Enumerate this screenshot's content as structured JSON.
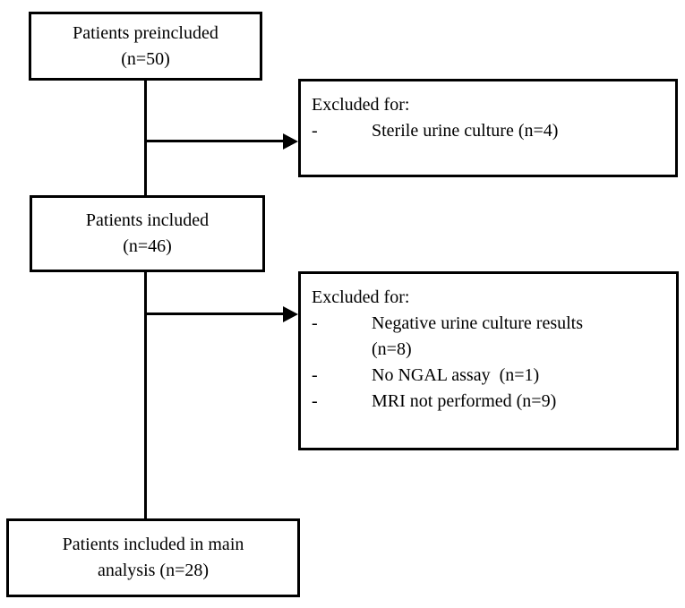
{
  "colors": {
    "line": "#000000",
    "text": "#000000",
    "background": "#ffffff"
  },
  "bullet": "-",
  "boxes": {
    "preincluded": {
      "line1": "Patients preincluded",
      "line2": "(n=50)"
    },
    "included": {
      "line1": "Patients included",
      "line2": "(n=46)"
    },
    "main_analysis": {
      "line1": "Patients included in main",
      "line2": "analysis (n=28)"
    },
    "exclusion1": {
      "title": "Excluded for:",
      "items": [
        [
          "Sterile urine culture (n=4)"
        ]
      ]
    },
    "exclusion2": {
      "title": "Excluded for:",
      "items": [
        [
          "Negative urine culture results",
          "(n=8)"
        ],
        [
          "No NGAL assay  (n=1)"
        ],
        [
          "MRI not performed (n=9)"
        ]
      ]
    }
  }
}
